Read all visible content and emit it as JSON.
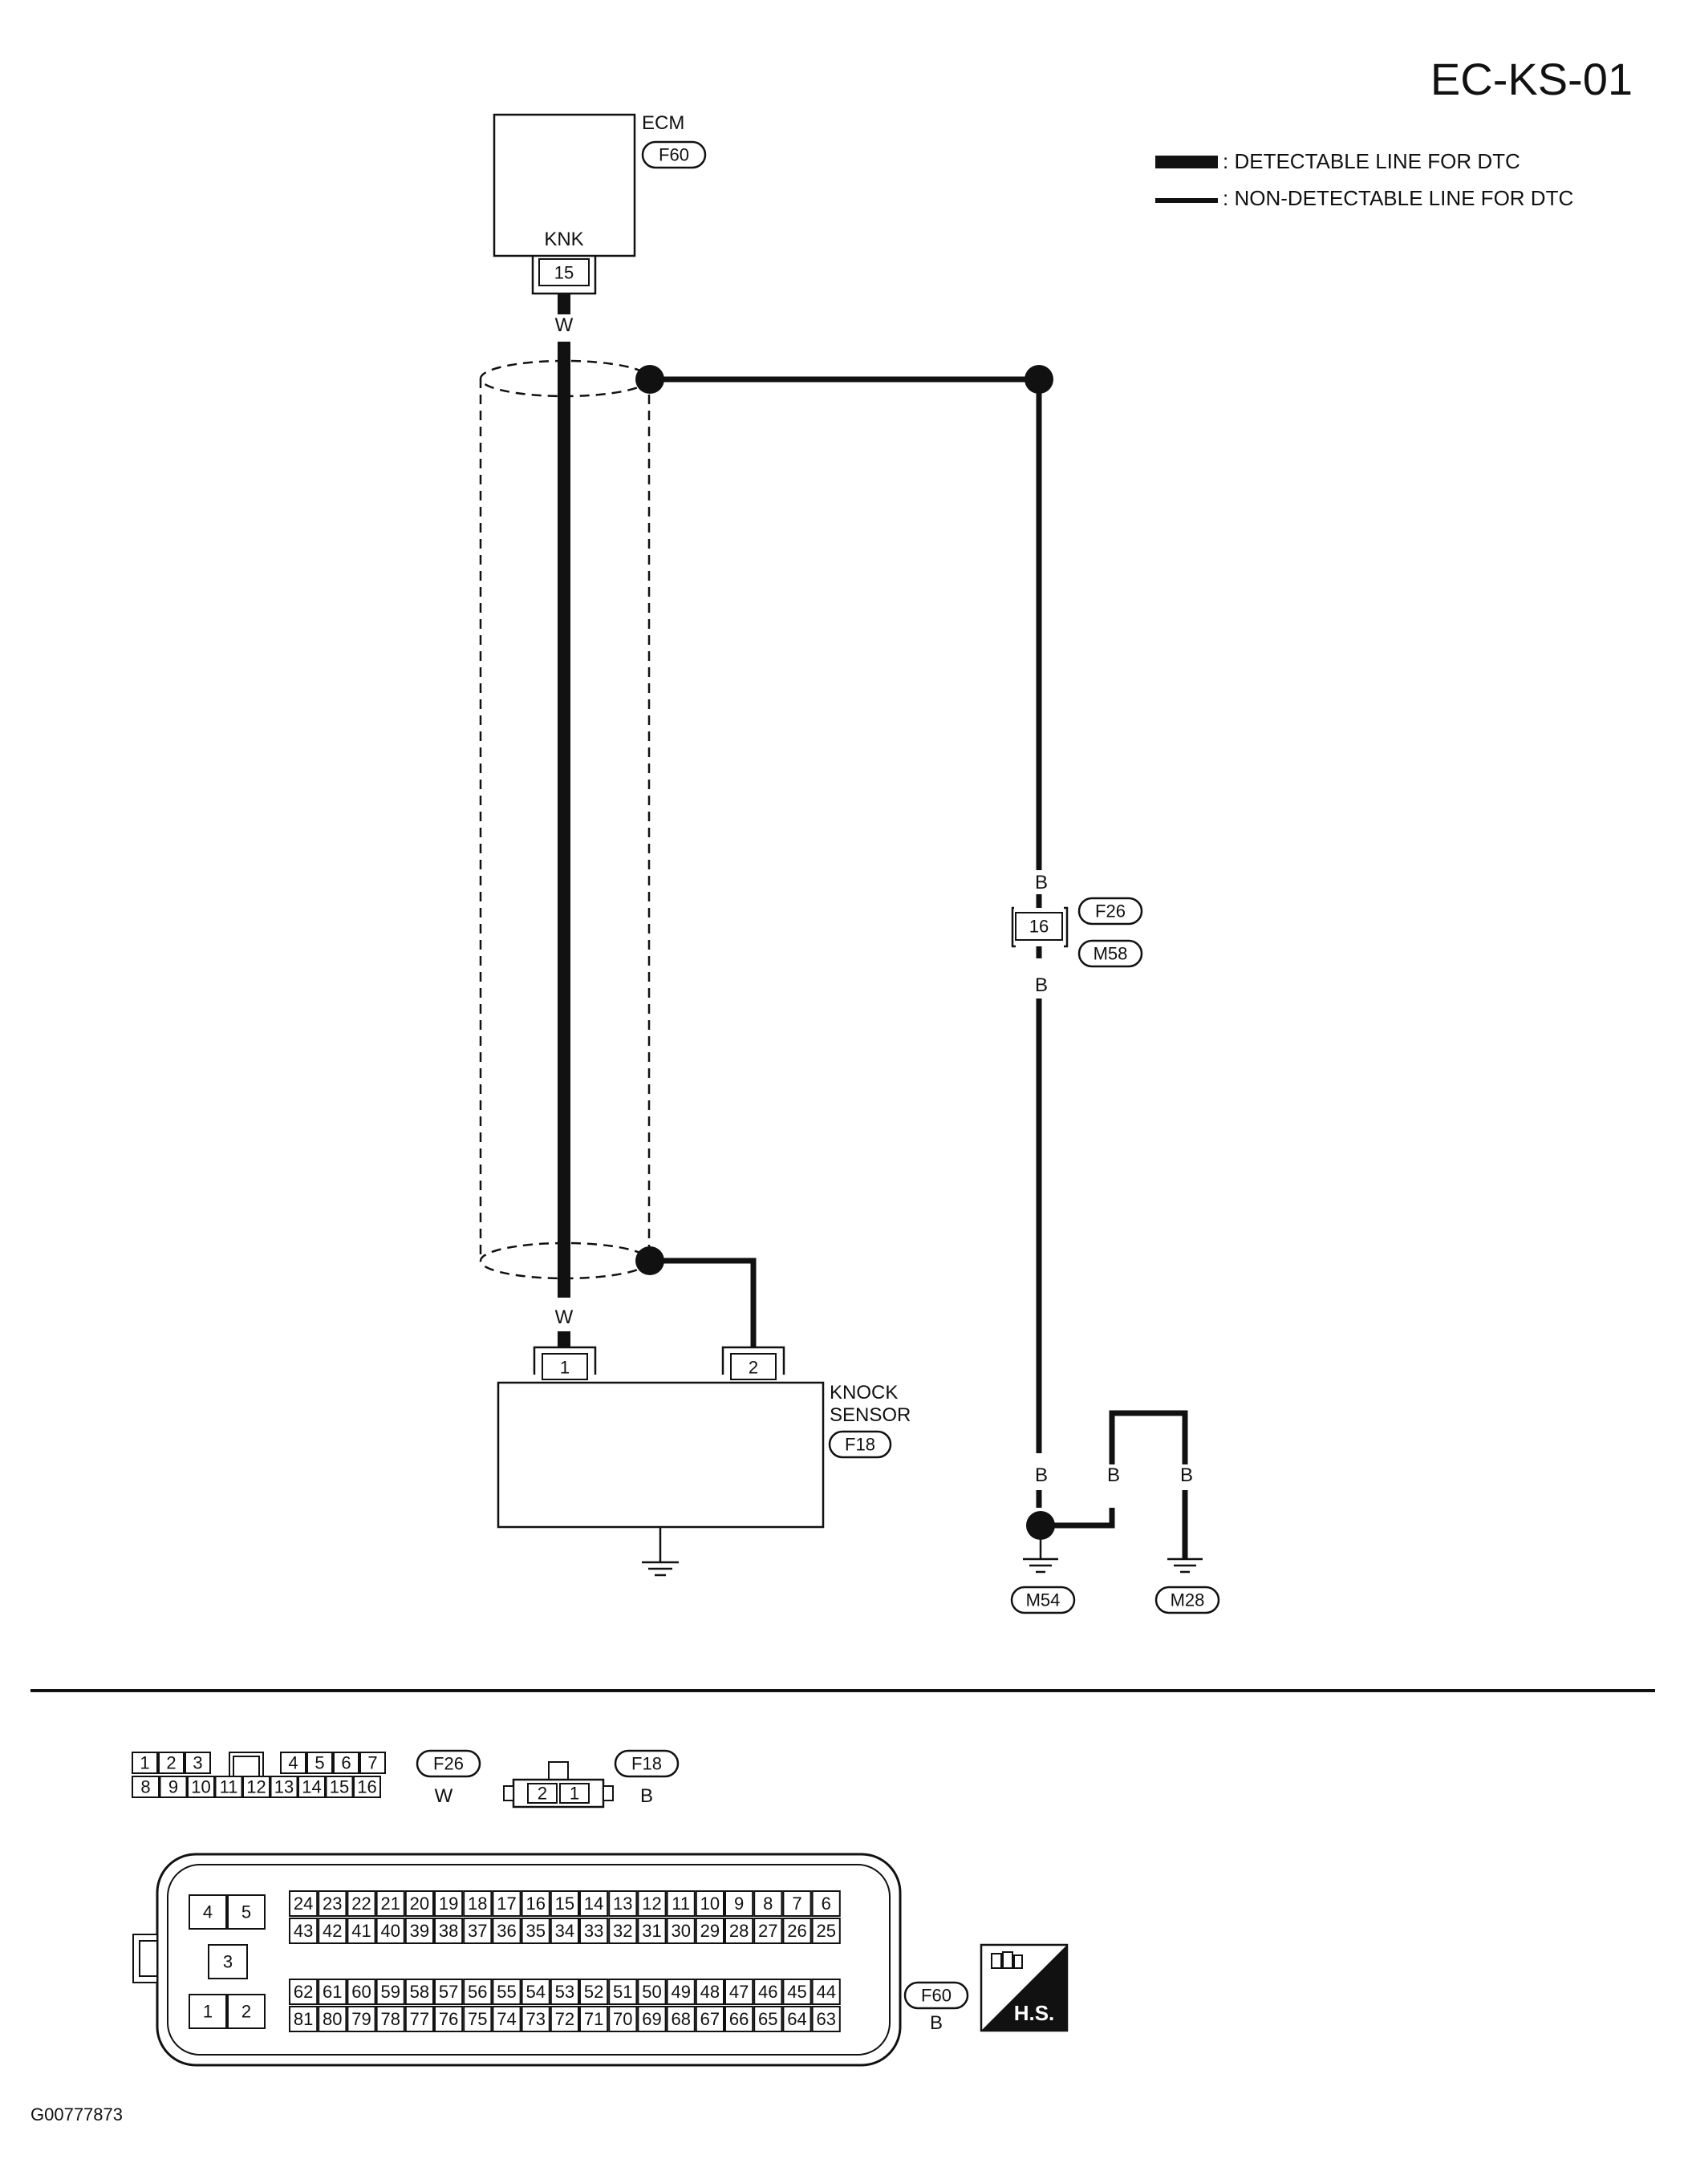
{
  "page": {
    "id": "EC-KS-01",
    "figure_code": "G00777873"
  },
  "legend": {
    "detectable": ": DETECTABLE LINE FOR DTC",
    "non_detectable": ": NON-DETECTABLE LINE FOR DTC"
  },
  "ecm": {
    "name": "ECM",
    "connector": "F60",
    "terminal_name": "KNK",
    "terminal": "15",
    "wire_color": "W"
  },
  "knock_sensor": {
    "name_line1": "KNOCK",
    "name_line2": "SENSOR",
    "connector": "F18",
    "pin1": "1",
    "pin2": "2",
    "wire_color": "W"
  },
  "junction": {
    "pin": "16",
    "connector_a": "F26",
    "connector_b": "M58",
    "color_top": "B",
    "color_bottom": "B"
  },
  "ground": {
    "color_main": "B",
    "color_mid": "B",
    "color_right": "B",
    "label_left": "M54",
    "label_right": "M28"
  },
  "connectors": {
    "f26": {
      "name": "F26",
      "color": "W",
      "row1": [
        "1",
        "2",
        "3",
        "4",
        "5",
        "6",
        "7"
      ],
      "row2": [
        "8",
        "9",
        "10",
        "11",
        "12",
        "13",
        "14",
        "15",
        "16"
      ]
    },
    "f18": {
      "name": "F18",
      "color": "B",
      "pins": [
        "2",
        "1"
      ]
    },
    "f60": {
      "name": "F60",
      "color": "B",
      "left_top": [
        "4",
        "5"
      ],
      "left_mid": "3",
      "left_bottom": [
        "1",
        "2"
      ],
      "row1": [
        "24",
        "23",
        "22",
        "21",
        "20",
        "19",
        "18",
        "17",
        "16",
        "15",
        "14",
        "13",
        "12",
        "11",
        "10",
        "9",
        "8",
        "7",
        "6"
      ],
      "row2": [
        "43",
        "42",
        "41",
        "40",
        "39",
        "38",
        "37",
        "36",
        "35",
        "34",
        "33",
        "32",
        "31",
        "30",
        "29",
        "28",
        "27",
        "26",
        "25"
      ],
      "row3": [
        "62",
        "61",
        "60",
        "59",
        "58",
        "57",
        "56",
        "55",
        "54",
        "53",
        "52",
        "51",
        "50",
        "49",
        "48",
        "47",
        "46",
        "45",
        "44"
      ],
      "row4": [
        "81",
        "80",
        "79",
        "78",
        "77",
        "76",
        "75",
        "74",
        "73",
        "72",
        "71",
        "70",
        "69",
        "68",
        "67",
        "66",
        "65",
        "64",
        "63"
      ]
    }
  },
  "hs_badge": "H.S."
}
